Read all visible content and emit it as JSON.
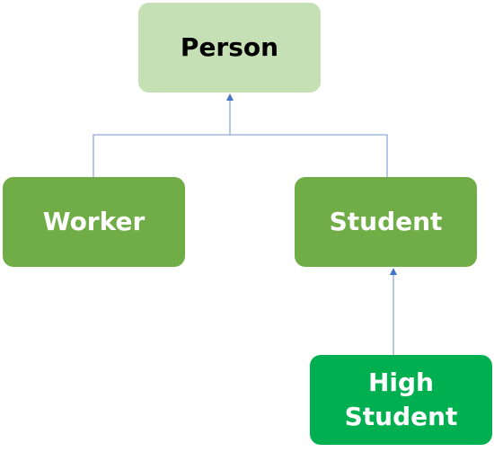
{
  "diagram": {
    "nodes": {
      "person": {
        "label": "Person"
      },
      "worker": {
        "label": "Worker"
      },
      "student": {
        "label": "Student"
      },
      "high_student": {
        "line1": "High",
        "line2": "Student"
      }
    },
    "edges": [
      {
        "from": "worker",
        "to": "person"
      },
      {
        "from": "student",
        "to": "person"
      },
      {
        "from": "high_student",
        "to": "student"
      }
    ]
  },
  "colors": {
    "person_fill": "#c5e0b4",
    "worker_fill": "#70ad47",
    "student_fill": "#70ad47",
    "high_student_fill": "#00b050",
    "connector": "#4472c4"
  }
}
